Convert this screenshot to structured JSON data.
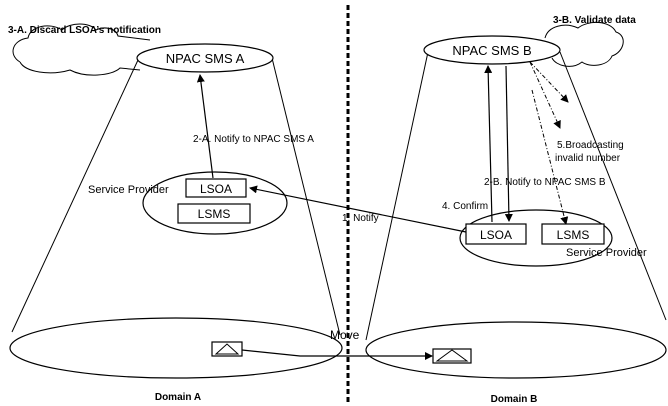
{
  "labels": {
    "discard_note": "3-A. Discard LSOA’s notification",
    "validate_note": "3-B. Validate data",
    "npac_a": "NPAC SMS A",
    "npac_b": "NPAC SMS B",
    "notify_a": "2-A. Notify to NPAC SMS A",
    "notify_b": "2-B. Notify to NPAC SMS B",
    "broadcast_line1": "5.Broadcasting",
    "broadcast_line2": "invalid number",
    "service_provider_a": "Service Provider",
    "service_provider_b": "Service Provider",
    "lsoa_a": "LSOA",
    "lsms_a": "LSMS",
    "lsoa_b": "LSOA",
    "lsms_b": "LSMS",
    "notify_1": "1. Notify",
    "confirm_4": "4. Confirm",
    "move": "Move",
    "domain_a": "Domain A",
    "domain_b": "Domain B"
  },
  "icons": {
    "handset_a": "phone-icon",
    "handset_b": "phone-icon"
  }
}
